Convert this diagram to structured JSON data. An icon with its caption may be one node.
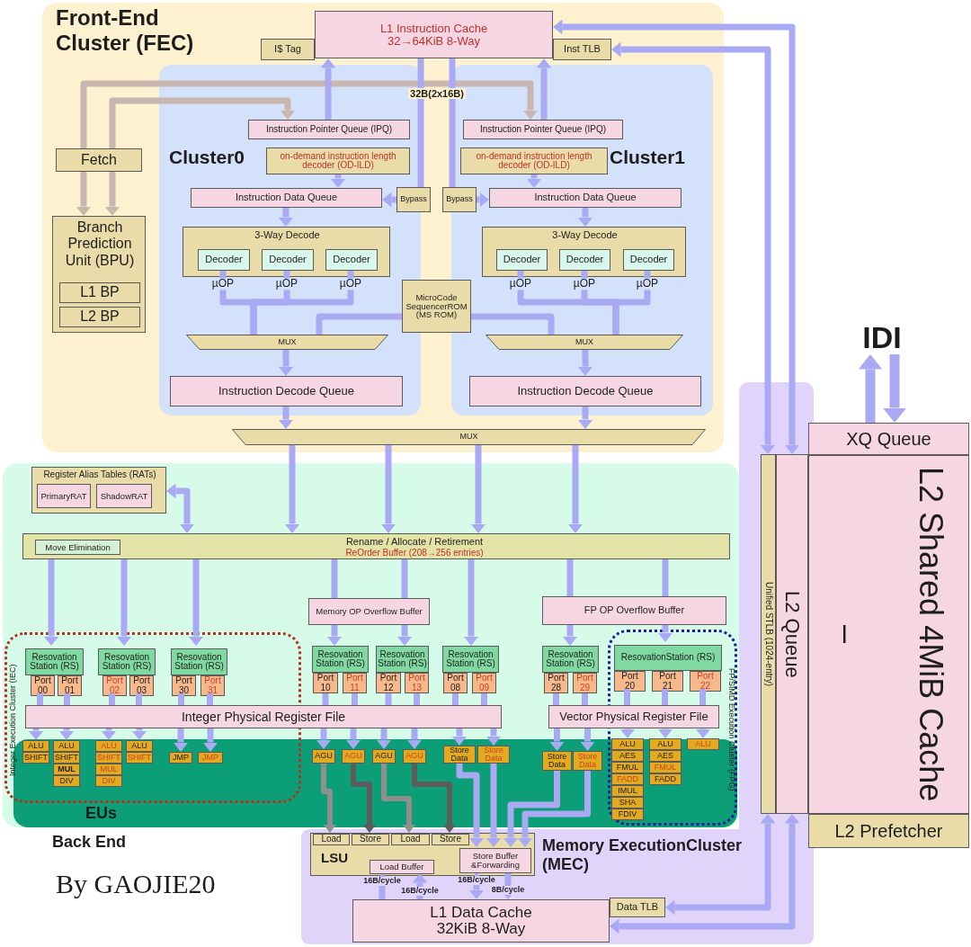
{
  "diagram": {
    "nodes": [
      {
        "text": [
          "Front-End Cluster (FEC)"
        ]
      },
      {
        "text": [
          "L1 Instruction Cache",
          "32→64KiB 8-Way"
        ],
        "in": 0
      },
      {
        "text": [
          "I$ Tag"
        ],
        "in": 0
      },
      {
        "text": [
          "Inst TLB"
        ],
        "in": 0
      },
      {
        "text": [
          "Fetch"
        ],
        "in": 0
      },
      {
        "text": [
          "Branch Prediction Unit (BPU)"
        ],
        "in": 0
      },
      {
        "text": [
          "L1 BP"
        ],
        "in": 5
      },
      {
        "text": [
          "L2 BP"
        ],
        "in": 5
      },
      {
        "text": [
          "Cluster0"
        ],
        "in": 0
      },
      {
        "text": [
          "Instruction Pointer Queue (IPQ)"
        ],
        "in": 8
      },
      {
        "text": [
          "on-demand instruction length decoder (OD-ILD)"
        ],
        "in": 8
      },
      {
        "text": [
          "Instruction Data Queue"
        ],
        "in": 8
      },
      {
        "text": [
          "3-Way Decode"
        ],
        "in": 8
      },
      {
        "text": [
          "Decoder"
        ],
        "in": 12
      },
      {
        "text": [
          "Decoder"
        ],
        "in": 12
      },
      {
        "text": [
          "Decoder"
        ],
        "in": 12
      },
      {
        "text": [
          "MUX"
        ],
        "in": 8
      },
      {
        "text": [
          "Instruction Decode Queue"
        ],
        "in": 8
      },
      {
        "text": [
          "Bypass"
        ],
        "in": 0
      },
      {
        "text": [
          "Bypass"
        ],
        "in": 0
      },
      {
        "text": [
          "MicroCode SequencerROM (MS ROM)"
        ],
        "in": 0
      },
      {
        "text": [
          "Cluster1"
        ],
        "in": 0
      },
      {
        "text": [
          "Instruction Pointer Queue (IPQ)"
        ],
        "in": 21
      },
      {
        "text": [
          "on-demand instruction length decoder (OD-ILD)"
        ],
        "in": 21
      },
      {
        "text": [
          "Instruction Data Queue"
        ],
        "in": 21
      },
      {
        "text": [
          "3-Way Decode"
        ],
        "in": 21
      },
      {
        "text": [
          "Decoder"
        ],
        "in": 25
      },
      {
        "text": [
          "Decoder"
        ],
        "in": 25
      },
      {
        "text": [
          "Decoder"
        ],
        "in": 25
      },
      {
        "text": [
          "MUX"
        ],
        "in": 21
      },
      {
        "text": [
          "Instruction Decode Queue"
        ],
        "in": 21
      },
      {
        "text": [
          "MUX"
        ],
        "in": 0
      },
      {
        "text": [
          "IDI"
        ]
      },
      {
        "text": [
          "XQ Queue"
        ]
      },
      {
        "text": [
          "L2 Shared 4MiB Cache",
          "–"
        ]
      },
      {
        "text": [
          "L2 Prefetcher"
        ]
      },
      {
        "text": [
          "Back End"
        ]
      },
      {
        "text": [
          "Register Alias Tables (RATs)"
        ],
        "in": 36
      },
      {
        "text": [
          "PrimaryRAT"
        ],
        "in": 37
      },
      {
        "text": [
          "ShadowRAT"
        ],
        "in": 37
      },
      {
        "text": [
          "Rename / Allocate / Retirement",
          "ReOrder Buffer (208→256 entries)"
        ],
        "in": 36
      },
      {
        "text": [
          "Move Elimination"
        ],
        "in": 40
      },
      {
        "text": [
          "Memory OP Overflow Buffer"
        ],
        "in": 36
      },
      {
        "text": [
          "FP OP Overflow Buffer"
        ],
        "in": 36
      },
      {
        "text": [
          "Integer Execution Cluster (IEC)"
        ],
        "in": 36
      },
      {
        "text": [
          "Resovation Station (RS)"
        ],
        "in": 44
      },
      {
        "text": [
          "Port 00"
        ],
        "in": 44
      },
      {
        "text": [
          "Port 01"
        ],
        "in": 44
      },
      {
        "text": [
          "Resovation Station (RS)"
        ],
        "in": 44
      },
      {
        "text": [
          "Port 02"
        ],
        "in": 44
      },
      {
        "text": [
          "Port 03"
        ],
        "in": 44
      },
      {
        "text": [
          "Resovation Station (RS)"
        ],
        "in": 44
      },
      {
        "text": [
          "Port 30"
        ],
        "in": 44
      },
      {
        "text": [
          "Port 31"
        ],
        "in": 44
      },
      {
        "text": [
          "Resovation Station (RS)"
        ],
        "in": 36
      },
      {
        "text": [
          "Port 10"
        ],
        "in": 36
      },
      {
        "text": [
          "Port 11"
        ],
        "in": 36
      },
      {
        "text": [
          "Resovation Station (RS)"
        ],
        "in": 36
      },
      {
        "text": [
          "Port 12"
        ],
        "in": 36
      },
      {
        "text": [
          "Port 13"
        ],
        "in": 36
      },
      {
        "text": [
          "Resovation Station (RS)"
        ],
        "in": 36
      },
      {
        "text": [
          "Port 08"
        ],
        "in": 36
      },
      {
        "text": [
          "Port 09"
        ],
        "in": 36
      },
      {
        "text": [
          "Resovation Station (RS)"
        ],
        "in": 36
      },
      {
        "text": [
          "Port 28"
        ],
        "in": 36
      },
      {
        "text": [
          "Port 29"
        ],
        "in": 36
      },
      {
        "text": [
          "FP/SIMD Execution Cluster (FPG)"
        ],
        "in": 36
      },
      {
        "text": [
          "ResovationStation (RS)"
        ],
        "in": 66
      },
      {
        "text": [
          "Port 20"
        ],
        "in": 66
      },
      {
        "text": [
          "Port 21"
        ],
        "in": 66
      },
      {
        "text": [
          "Port 22"
        ],
        "in": 66
      },
      {
        "text": [
          "Integer Physical Register File"
        ],
        "in": 36
      },
      {
        "text": [
          "Vector Physical Register File"
        ],
        "in": 36
      },
      {
        "text": [
          "EUs"
        ],
        "in": 36
      },
      {
        "text": [
          "ALU"
        ]
      },
      {
        "text": [
          "SHIFT"
        ]
      },
      {
        "text": [
          "ALU"
        ]
      },
      {
        "text": [
          "SHIFT"
        ]
      },
      {
        "text": [
          "MUL"
        ]
      },
      {
        "text": [
          "DIV"
        ]
      },
      {
        "text": [
          "ALU"
        ]
      },
      {
        "text": [
          "SHIFT"
        ]
      },
      {
        "text": [
          "MUL"
        ]
      },
      {
        "text": [
          "DIV"
        ]
      },
      {
        "text": [
          "ALU"
        ]
      },
      {
        "text": [
          "SHIFT"
        ]
      },
      {
        "text": [
          "JMP"
        ]
      },
      {
        "text": [
          "JMP"
        ]
      },
      {
        "text": [
          "AGU"
        ],
        "in": 73
      },
      {
        "text": [
          "AGU"
        ],
        "in": 73
      },
      {
        "text": [
          "AGU"
        ],
        "in": 73
      },
      {
        "text": [
          "AGU"
        ],
        "in": 73
      },
      {
        "text": [
          "Store Data"
        ],
        "in": 73
      },
      {
        "text": [
          "Store Data"
        ],
        "in": 73
      },
      {
        "text": [
          "Store Data"
        ],
        "in": 73
      },
      {
        "text": [
          "Store Data"
        ],
        "in": 73
      },
      {
        "text": [
          "ALU"
        ]
      },
      {
        "text": [
          "AES"
        ]
      },
      {
        "text": [
          "FMUL"
        ]
      },
      {
        "text": [
          "FADD"
        ]
      },
      {
        "text": [
          "IMUL"
        ]
      },
      {
        "text": [
          "SHA"
        ]
      },
      {
        "text": [
          "FDIV"
        ]
      },
      {
        "text": [
          "ALU"
        ]
      },
      {
        "text": [
          "AES"
        ]
      },
      {
        "text": [
          "FMUL"
        ]
      },
      {
        "text": [
          "FADD"
        ]
      },
      {
        "text": [
          "ALU"
        ]
      },
      {
        "text": [
          "Memory ExecutionCluster (MEC)"
        ]
      },
      {
        "text": [
          "LSU"
        ],
        "in": 108
      },
      {
        "text": [
          "Load"
        ],
        "in": 109
      },
      {
        "text": [
          "Store"
        ],
        "in": 109
      },
      {
        "text": [
          "Load"
        ],
        "in": 109
      },
      {
        "text": [
          "Store"
        ],
        "in": 109
      },
      {
        "text": [
          "Load Buffer"
        ],
        "in": 109
      },
      {
        "text": [
          "Store Buffer &Forwarding"
        ],
        "in": 109
      },
      {
        "text": [
          "L1 Data Cache",
          "32KiB 8-Way"
        ],
        "in": 108
      },
      {
        "text": [
          "Data TLB"
        ],
        "in": 108
      },
      {
        "text": [
          "Unified STLB (1024-entry)"
        ],
        "in": 108
      },
      {
        "text": [
          "L2 Queue"
        ],
        "in": 108
      }
    ],
    "edges": [
      {
        "from": 4,
        "to": 9,
        "arrow": "to",
        "color": "#c9b6b0"
      },
      {
        "from": 4,
        "to": 22,
        "arrow": "to",
        "color": "#c9b6b0"
      },
      {
        "from": 4,
        "to": 5,
        "arrow": "to",
        "color": "#c9b6b0"
      },
      {
        "from": 4,
        "to": 5,
        "arrow": "to",
        "color": "#c9b6b0"
      },
      {
        "from": 9,
        "to": 1,
        "arrow": "to"
      },
      {
        "from": 22,
        "to": 1,
        "arrow": "to"
      },
      {
        "from": 1,
        "to": 18,
        "arrow": "none",
        "label": "32B(2x16B)"
      },
      {
        "from": 1,
        "to": 19,
        "arrow": "none"
      },
      {
        "from": 18,
        "to": 11,
        "arrow": "to"
      },
      {
        "from": 19,
        "to": 24,
        "arrow": "to"
      },
      {
        "from": 10,
        "to": 11,
        "arrow": "to"
      },
      {
        "from": 23,
        "to": 24,
        "arrow": "to"
      },
      {
        "from": 11,
        "to": 12,
        "arrow": "to"
      },
      {
        "from": 24,
        "to": 25,
        "arrow": "to"
      },
      {
        "from": 13,
        "to": 16,
        "arrow": "none",
        "label": "µOP"
      },
      {
        "from": 14,
        "to": 16,
        "arrow": "none",
        "label": "µOP"
      },
      {
        "from": 15,
        "to": 16,
        "arrow": "none",
        "label": "µOP"
      },
      {
        "from": 20,
        "to": 16,
        "arrow": "none"
      },
      {
        "from": 26,
        "to": 29,
        "arrow": "none",
        "label": "µOP"
      },
      {
        "from": 27,
        "to": 29,
        "arrow": "none",
        "label": "µOP"
      },
      {
        "from": 28,
        "to": 29,
        "arrow": "none",
        "label": "µOP"
      },
      {
        "from": 20,
        "to": 29,
        "arrow": "none"
      },
      {
        "from": 16,
        "to": 17,
        "arrow": "to"
      },
      {
        "from": 29,
        "to": 30,
        "arrow": "to"
      },
      {
        "from": 17,
        "to": 31,
        "arrow": "to"
      },
      {
        "from": 30,
        "to": 31,
        "arrow": "to"
      },
      {
        "from": 31,
        "to": 40,
        "arrow": "to"
      },
      {
        "from": 31,
        "to": 40,
        "arrow": "to"
      },
      {
        "from": 31,
        "to": 40,
        "arrow": "to"
      },
      {
        "from": 31,
        "to": 40,
        "arrow": "to"
      },
      {
        "from": 40,
        "to": 37,
        "arrow": "both"
      },
      {
        "from": 40,
        "to": 45,
        "arrow": "to"
      },
      {
        "from": 40,
        "to": 48,
        "arrow": "to"
      },
      {
        "from": 40,
        "to": 51,
        "arrow": "to"
      },
      {
        "from": 40,
        "to": 42,
        "arrow": "none"
      },
      {
        "from": 40,
        "to": 42,
        "arrow": "none"
      },
      {
        "from": 42,
        "to": 54,
        "arrow": "to"
      },
      {
        "from": 42,
        "to": 57,
        "arrow": "to"
      },
      {
        "from": 40,
        "to": 60,
        "arrow": "to"
      },
      {
        "from": 40,
        "to": 43,
        "arrow": "none"
      },
      {
        "from": 40,
        "to": 43,
        "arrow": "none"
      },
      {
        "from": 43,
        "to": 63,
        "arrow": "to"
      },
      {
        "from": 43,
        "to": 67,
        "arrow": "to"
      },
      {
        "from": 46,
        "to": 71,
        "arrow": "none"
      },
      {
        "from": 47,
        "to": 71,
        "arrow": "none"
      },
      {
        "from": 49,
        "to": 71,
        "arrow": "none"
      },
      {
        "from": 50,
        "to": 71,
        "arrow": "none"
      },
      {
        "from": 52,
        "to": 71,
        "arrow": "none"
      },
      {
        "from": 53,
        "to": 71,
        "arrow": "none"
      },
      {
        "from": 55,
        "to": 71,
        "arrow": "none"
      },
      {
        "from": 56,
        "to": 71,
        "arrow": "none"
      },
      {
        "from": 58,
        "to": 71,
        "arrow": "none"
      },
      {
        "from": 59,
        "to": 71,
        "arrow": "none"
      },
      {
        "from": 61,
        "to": 71,
        "arrow": "none"
      },
      {
        "from": 62,
        "to": 71,
        "arrow": "none"
      },
      {
        "from": 64,
        "to": 72,
        "arrow": "none"
      },
      {
        "from": 65,
        "to": 72,
        "arrow": "none"
      },
      {
        "from": 68,
        "to": 72,
        "arrow": "none"
      },
      {
        "from": 69,
        "to": 72,
        "arrow": "none"
      },
      {
        "from": 70,
        "to": 72,
        "arrow": "none"
      },
      {
        "from": 71,
        "to": 74,
        "arrow": "to"
      },
      {
        "from": 71,
        "to": 76,
        "arrow": "to"
      },
      {
        "from": 71,
        "to": 80,
        "arrow": "to"
      },
      {
        "from": 71,
        "to": 84,
        "arrow": "to"
      },
      {
        "from": 71,
        "to": 86,
        "arrow": "to"
      },
      {
        "from": 71,
        "to": 87,
        "arrow": "to"
      },
      {
        "from": 71,
        "to": 88,
        "arrow": "to"
      },
      {
        "from": 71,
        "to": 89,
        "arrow": "to"
      },
      {
        "from": 71,
        "to": 90,
        "arrow": "to"
      },
      {
        "from": 71,
        "to": 91,
        "arrow": "to"
      },
      {
        "from": 71,
        "to": 92,
        "arrow": "to"
      },
      {
        "from": 71,
        "to": 93,
        "arrow": "to"
      },
      {
        "from": 72,
        "to": 94,
        "arrow": "to"
      },
      {
        "from": 72,
        "to": 95,
        "arrow": "to"
      },
      {
        "from": 72,
        "to": 96,
        "arrow": "to"
      },
      {
        "from": 72,
        "to": 103,
        "arrow": "to"
      },
      {
        "from": 72,
        "to": 107,
        "arrow": "to"
      },
      {
        "from": 88,
        "to": 110,
        "arrow": "to",
        "color": "#8f8f8f"
      },
      {
        "from": 89,
        "to": 111,
        "arrow": "to",
        "color": "#5c5c5c"
      },
      {
        "from": 90,
        "to": 112,
        "arrow": "to",
        "color": "#8f8f8f"
      },
      {
        "from": 91,
        "to": 113,
        "arrow": "to",
        "color": "#5c5c5c"
      },
      {
        "from": 92,
        "to": 115,
        "arrow": "to"
      },
      {
        "from": 93,
        "to": 115,
        "arrow": "to"
      },
      {
        "from": 94,
        "to": 115,
        "arrow": "to"
      },
      {
        "from": 95,
        "to": 115,
        "arrow": "to"
      },
      {
        "from": 116,
        "to": 114,
        "arrow": "to",
        "label": "16B/cycle"
      },
      {
        "from": 116,
        "to": 114,
        "arrow": "to",
        "label": "16B/cycle"
      },
      {
        "from": 115,
        "to": 116,
        "arrow": "both",
        "label": "16B/cycle"
      },
      {
        "from": 115,
        "to": 116,
        "arrow": "to",
        "label": "8B/cycle"
      },
      {
        "from": 3,
        "to": 118,
        "arrow": "both"
      },
      {
        "from": 1,
        "to": 119,
        "arrow": "both"
      },
      {
        "from": 117,
        "to": 118,
        "arrow": "both"
      },
      {
        "from": 116,
        "to": 119,
        "arrow": "both"
      },
      {
        "from": 33,
        "to": 32,
        "arrow": "to"
      },
      {
        "from": 32,
        "to": 33,
        "arrow": "to"
      }
    ],
    "labels": [
      "By GAOJIE20"
    ]
  }
}
